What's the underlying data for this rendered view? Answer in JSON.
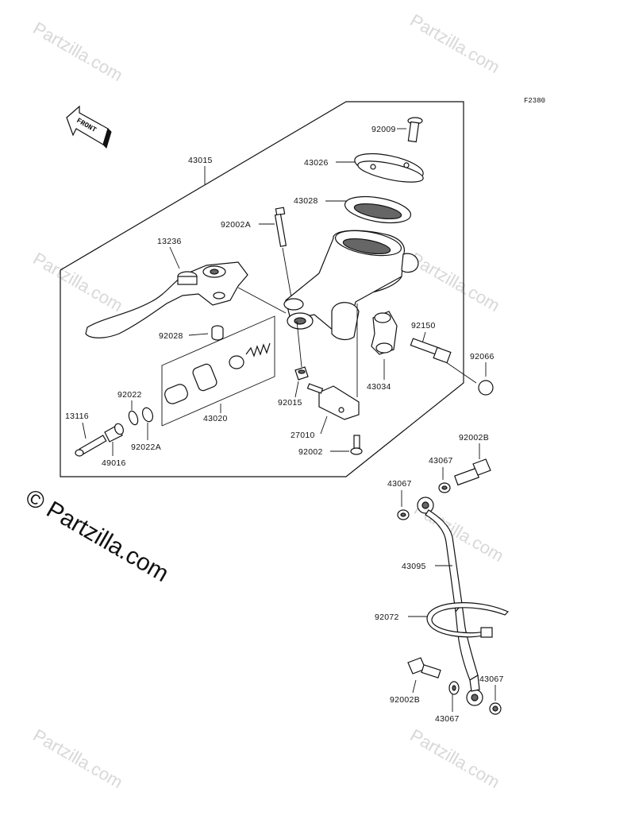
{
  "diagram_code": "F2380",
  "front_arrow_label": "FRONT",
  "watermark_text": "© Partzilla.com",
  "watermark_small": "Partzilla.com",
  "parts": {
    "p43015": "43015",
    "p92009": "92009",
    "p43026": "43026",
    "p43028": "43028",
    "p92002A": "92002A",
    "p13236": "13236",
    "p92028": "92028",
    "p92150": "92150",
    "p92066": "92066",
    "p43034": "43034",
    "p92022": "92022",
    "p43020": "43020",
    "p92015": "92015",
    "p13116": "13116",
    "p92022A": "92022A",
    "p49016": "49016",
    "p27010": "27010",
    "p92002": "92002",
    "p92002B_top": "92002B",
    "p43067_a": "43067",
    "p43067_b": "43067",
    "p43095": "43095",
    "p92072": "92072",
    "p92002B_bot": "92002B",
    "p43067_c": "43067",
    "p43067_d": "43067"
  },
  "colors": {
    "line": "#111111",
    "watermark": "#d8d8d8",
    "background": "#ffffff"
  }
}
